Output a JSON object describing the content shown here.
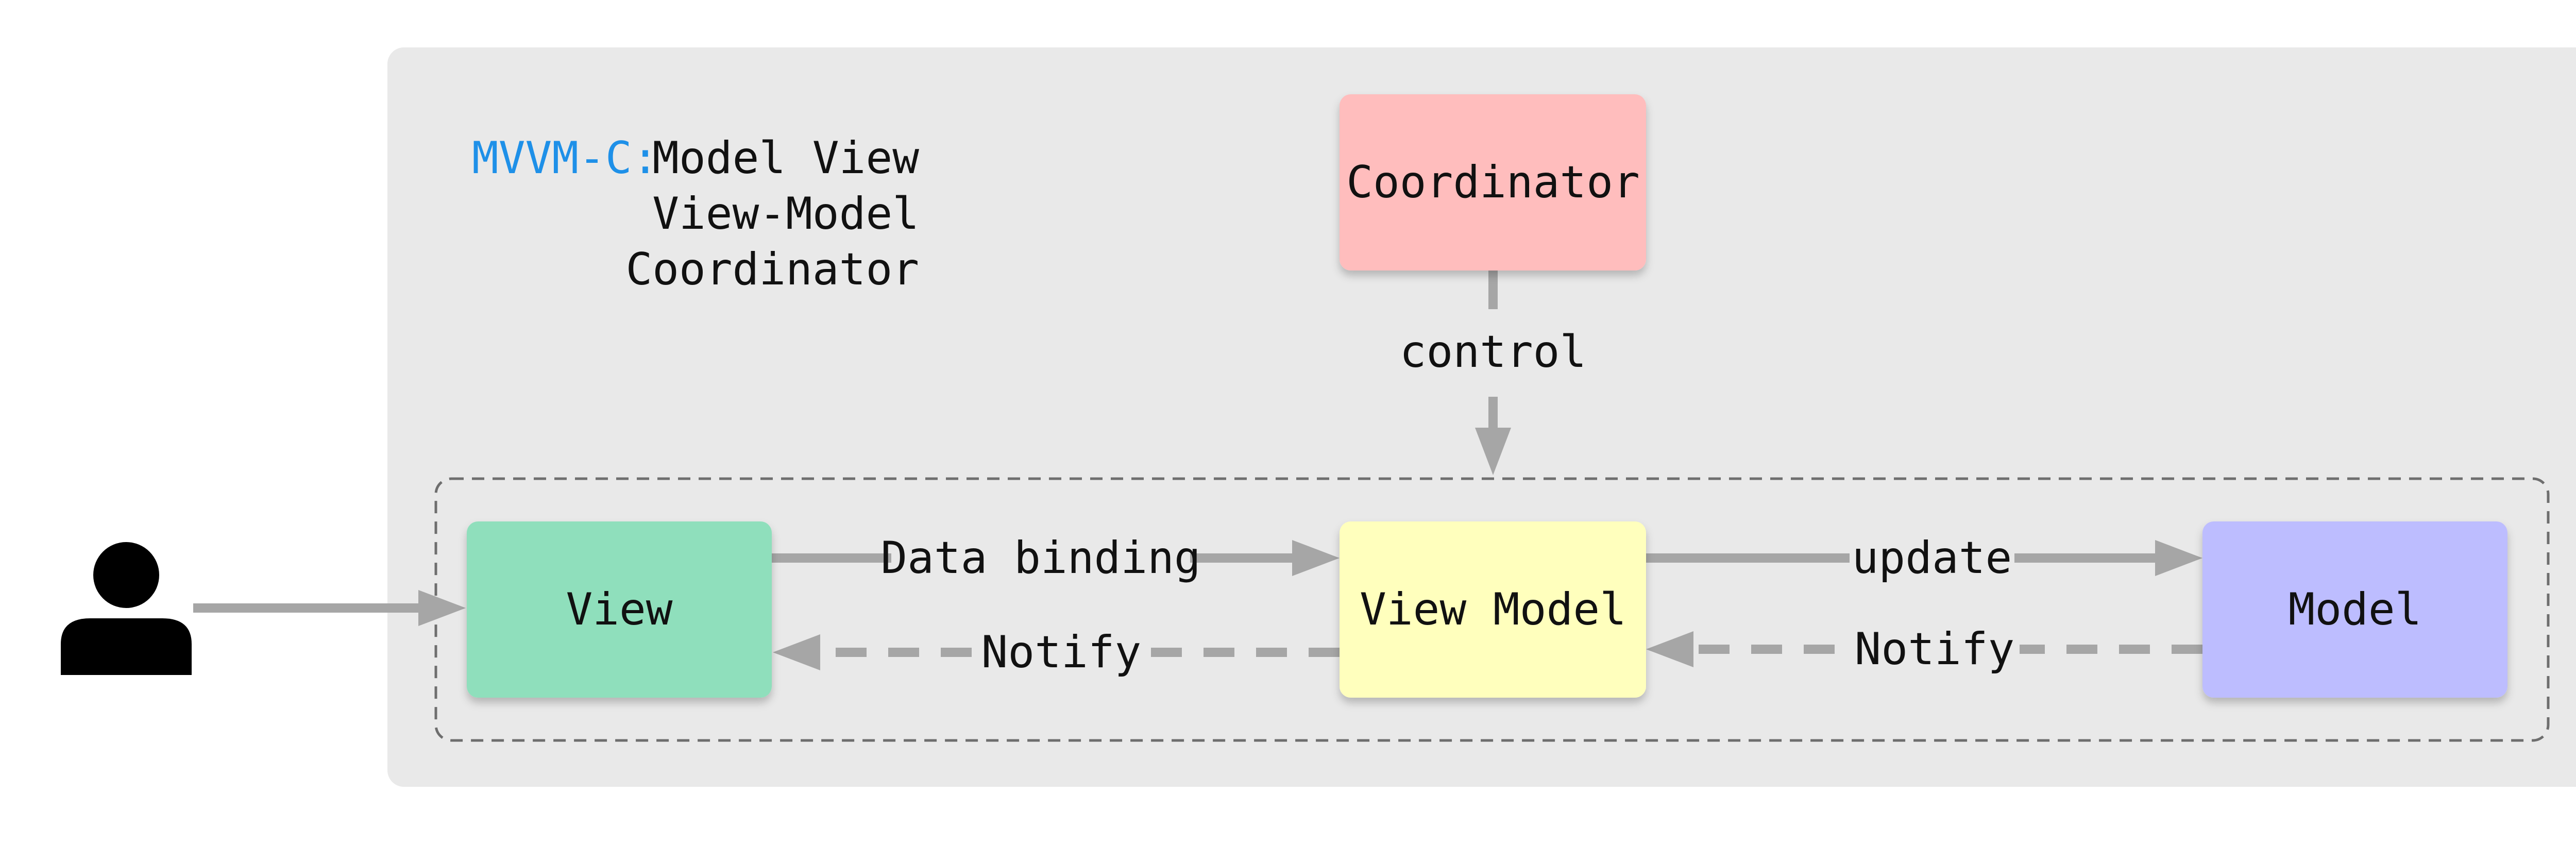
{
  "legend": {
    "key": "MVVM-C:",
    "lines": [
      "Model View",
      "View-Model",
      "Coordinator"
    ]
  },
  "nodes": {
    "coordinator": {
      "label": "Coordinator"
    },
    "view": {
      "label": "View"
    },
    "view_model": {
      "label": "View Model"
    },
    "model": {
      "label": "Model"
    }
  },
  "edges": {
    "control": "control",
    "data_binding": "Data binding",
    "notify_view": "Notify",
    "update": "update",
    "notify_view_model": "Notify"
  },
  "colors": {
    "background_panel": "#e9e9e9",
    "coordinator": "#ffbdbd",
    "view": "#8fdfbc",
    "view_model": "#ffffbd",
    "model": "#bdbdff",
    "arrow": "#a6a6a6",
    "legend_key": "#1e90e8",
    "user_icon": "#000000"
  },
  "icons": {
    "user": "user-icon"
  }
}
